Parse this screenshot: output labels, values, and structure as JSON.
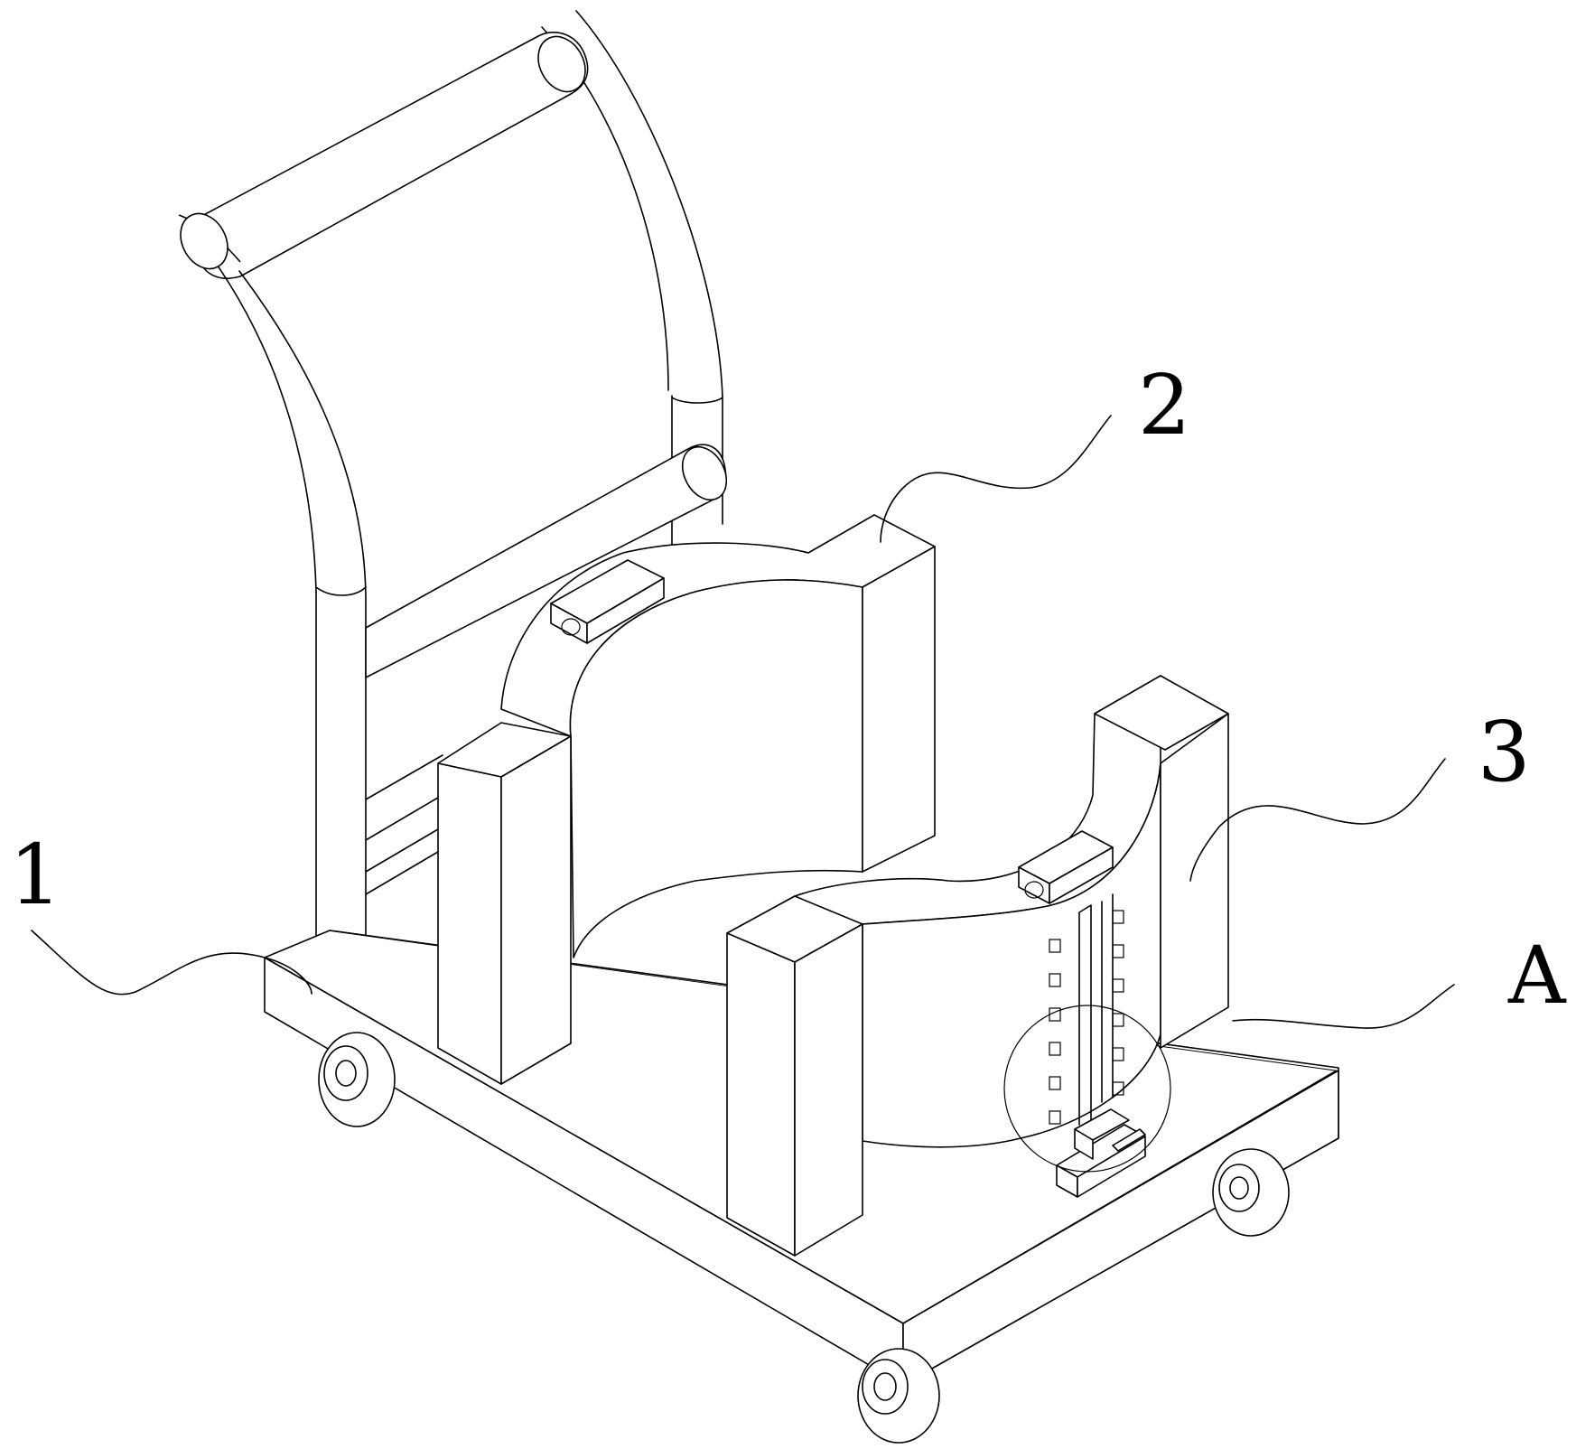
{
  "figure": {
    "labels": {
      "label_1": "1",
      "label_2": "2",
      "label_3": "3",
      "label_A": "A"
    },
    "line_color": "#000000",
    "background": "#ffffff"
  }
}
